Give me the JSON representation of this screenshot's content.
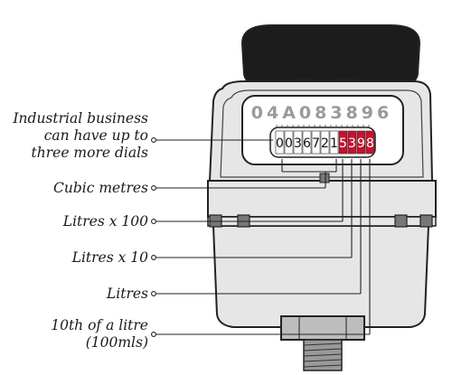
{
  "serial_number": "04A083896",
  "dial_digits": [
    "0",
    "0",
    "3",
    "6",
    "7",
    "2",
    "1",
    "5",
    "3",
    "9",
    "8"
  ],
  "dial_red_from_index": 7,
  "labels": {
    "industrial": [
      "Industrial business",
      "can have up to",
      "three more dials"
    ],
    "cubic_metres": "Cubic metres",
    "litres_x100": "Litres x 100",
    "litres_x10": "Litres x 10",
    "litres": "Litres",
    "tenth_litre": [
      "10th of a litre",
      "(100mls)"
    ]
  },
  "colors": {
    "outline": "#222222",
    "body_fill": "#e6e6e6",
    "dark_part": "#1c1c1c",
    "red_digit_bg": "#c8102e",
    "serial_text": "#9a9a9a"
  }
}
